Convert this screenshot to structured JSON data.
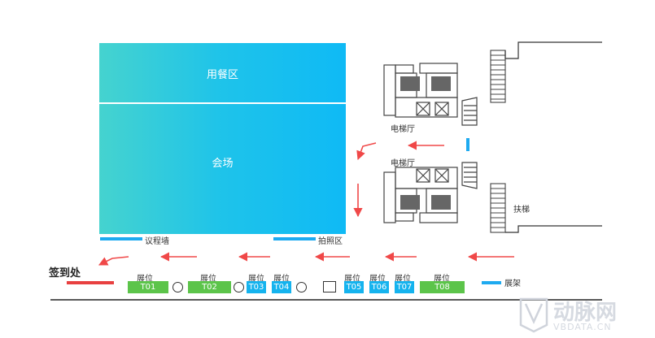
{
  "areas": {
    "dining": "用餐区",
    "venue": "会场"
  },
  "walls": {
    "agenda_wall": "议程墙",
    "photo_area": "拍照区"
  },
  "elevators": {
    "upper": "电梯厅",
    "lower": "电梯厅"
  },
  "escalator": "扶梯",
  "checkin": "签到处",
  "booth_label": "展位",
  "booths": [
    "T01",
    "T02",
    "T03",
    "T04",
    "T05",
    "T06",
    "T07",
    "T08"
  ],
  "legend": {
    "rack": "展架"
  },
  "watermark": {
    "text_cn": "动脉网",
    "text_en": "VBDATA.CN"
  },
  "colors": {
    "area_gradient_start": "#45d3cf",
    "area_gradient_end": "#0fbaf5",
    "booth_green": "#5cc44a",
    "booth_blue": "#15b3ee",
    "arrow_red": "#f04848",
    "checkin_red": "#e84040"
  }
}
